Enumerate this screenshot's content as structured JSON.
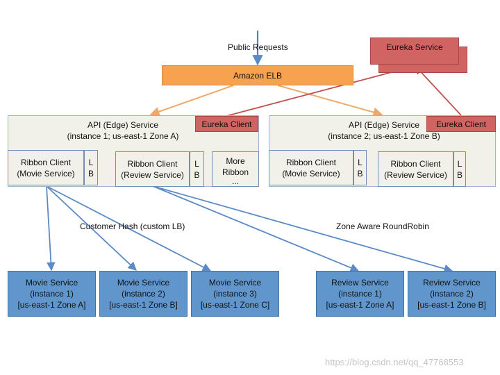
{
  "labels": {
    "public_requests": "Public Requests",
    "customer_hash": "Customer Hash (custom LB)",
    "zone_aware": "Zone Aware RoundRobin"
  },
  "elb": {
    "label": "Amazon ELB"
  },
  "eureka_service": {
    "label": "Eureka Service"
  },
  "api_services": [
    {
      "title": "API (Edge) Service",
      "subtitle": "(instance 1; us-east-1 Zone A)",
      "eureka_client": "Eureka Client"
    },
    {
      "title": "API (Edge) Service",
      "subtitle": "(instance 2; us-east-1 Zone B)",
      "eureka_client": "Eureka Client"
    }
  ],
  "ribbon_clients": [
    {
      "line1": "Ribbon Client",
      "line2": "(Movie Service)",
      "lb1": "L",
      "lb2": "B"
    },
    {
      "line1": "Ribbon Client",
      "line2": "(Review Service)",
      "lb1": "L",
      "lb2": "B"
    },
    {
      "line1": "More",
      "line2": "Ribbon",
      "line3": "..."
    },
    {
      "line1": "Ribbon Client",
      "line2": "(Movie Service)",
      "lb1": "L",
      "lb2": "B"
    },
    {
      "line1": "Ribbon Client",
      "line2": "(Review Service)",
      "lb1": "L",
      "lb2": "B"
    }
  ],
  "services": [
    {
      "name": "Movie Service",
      "instance": "(instance 1)",
      "zone": "[us-east-1 Zone A]"
    },
    {
      "name": "Movie Service",
      "instance": "(instance 2)",
      "zone": "[us-east-1 Zone B]"
    },
    {
      "name": "Movie Service",
      "instance": "(instance 3)",
      "zone": "[us-east-1 Zone C]"
    },
    {
      "name": "Review Service",
      "instance": "(instance 1)",
      "zone": "[us-east-1 Zone A]"
    },
    {
      "name": "Review Service",
      "instance": "(instance 2)",
      "zone": "[us-east-1 Zone B]"
    }
  ],
  "watermark": "https://blog.csdn.net/qq_47768553",
  "colors": {
    "elb_fill": "#f6a24f",
    "eureka_fill": "#d06462",
    "service_fill": "#6196cc",
    "panel_fill": "#f1f1ea",
    "request_arrow": "#4f81bd",
    "elb_arrow": "#f0a868",
    "eureka_arrow": "#c0504d",
    "routing_arrow": "#5b8ac4"
  }
}
